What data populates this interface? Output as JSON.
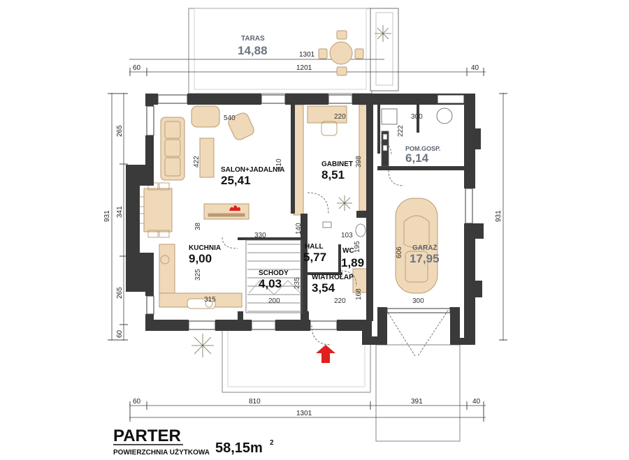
{
  "plan": {
    "title": "PARTER",
    "subtitle": "POWIERZCHNIA UŻYTKOWA",
    "total_area": "58,15m",
    "total_area_sup": "2"
  },
  "rooms": [
    {
      "id": "taras",
      "name": "TARAS",
      "area": "14,88"
    },
    {
      "id": "salon",
      "name": "SALON+JADALNIA",
      "area": "25,41"
    },
    {
      "id": "gabinet",
      "name": "GABINET",
      "area": "8,51"
    },
    {
      "id": "pomgosp",
      "name": "POM.GOSP.",
      "area": "6,14"
    },
    {
      "id": "kuchnia",
      "name": "KUCHNIA",
      "area": "9,00"
    },
    {
      "id": "hall",
      "name": "HALL",
      "area": "5,77"
    },
    {
      "id": "wc",
      "name": "WC",
      "area": "1,89"
    },
    {
      "id": "schody",
      "name": "SCHODY",
      "area": "4,03"
    },
    {
      "id": "wiatrolap",
      "name": "WIATROŁAP",
      "area": "3,54"
    },
    {
      "id": "garaz",
      "name": "GARAŻ",
      "area": "17,95"
    }
  ],
  "dimensions": {
    "top_left": "60",
    "top_total": "1201",
    "top_right": "40",
    "terrace_width": "1301",
    "bottom_left": "60",
    "bottom_main": "810",
    "bottom_garage": "391",
    "bottom_right": "40",
    "bottom_total": "1301",
    "left_265_top": "265",
    "left_341": "341",
    "left_265_bottom": "265",
    "left_60": "60",
    "left_total": "931",
    "right_total": "931"
  },
  "interior_dims": {
    "salon_width": "540",
    "salon_depth": "422",
    "salon_side": "410",
    "gabinet_width": "220",
    "gabinet_depth": "398",
    "pom_width": "300",
    "pom_depth": "222",
    "hall_width": "330",
    "hall_depth": "140",
    "kitchen_38": "38",
    "kitchen_depth": "325",
    "kitchen_width": "315",
    "wc_width": "103",
    "wc_depth": "195",
    "stairs_width": "200",
    "stairs_235": "235",
    "wiatrolap_width": "220",
    "wiatrolap_168": "168",
    "garage_depth": "606",
    "garage_width": "300"
  },
  "colors": {
    "wall": "#3a3a3a",
    "furniture": "#f0d9b8",
    "furniture_stroke": "#b89a74",
    "entrance_arrow": "#e0201c",
    "grey_label": "#6b7580"
  }
}
